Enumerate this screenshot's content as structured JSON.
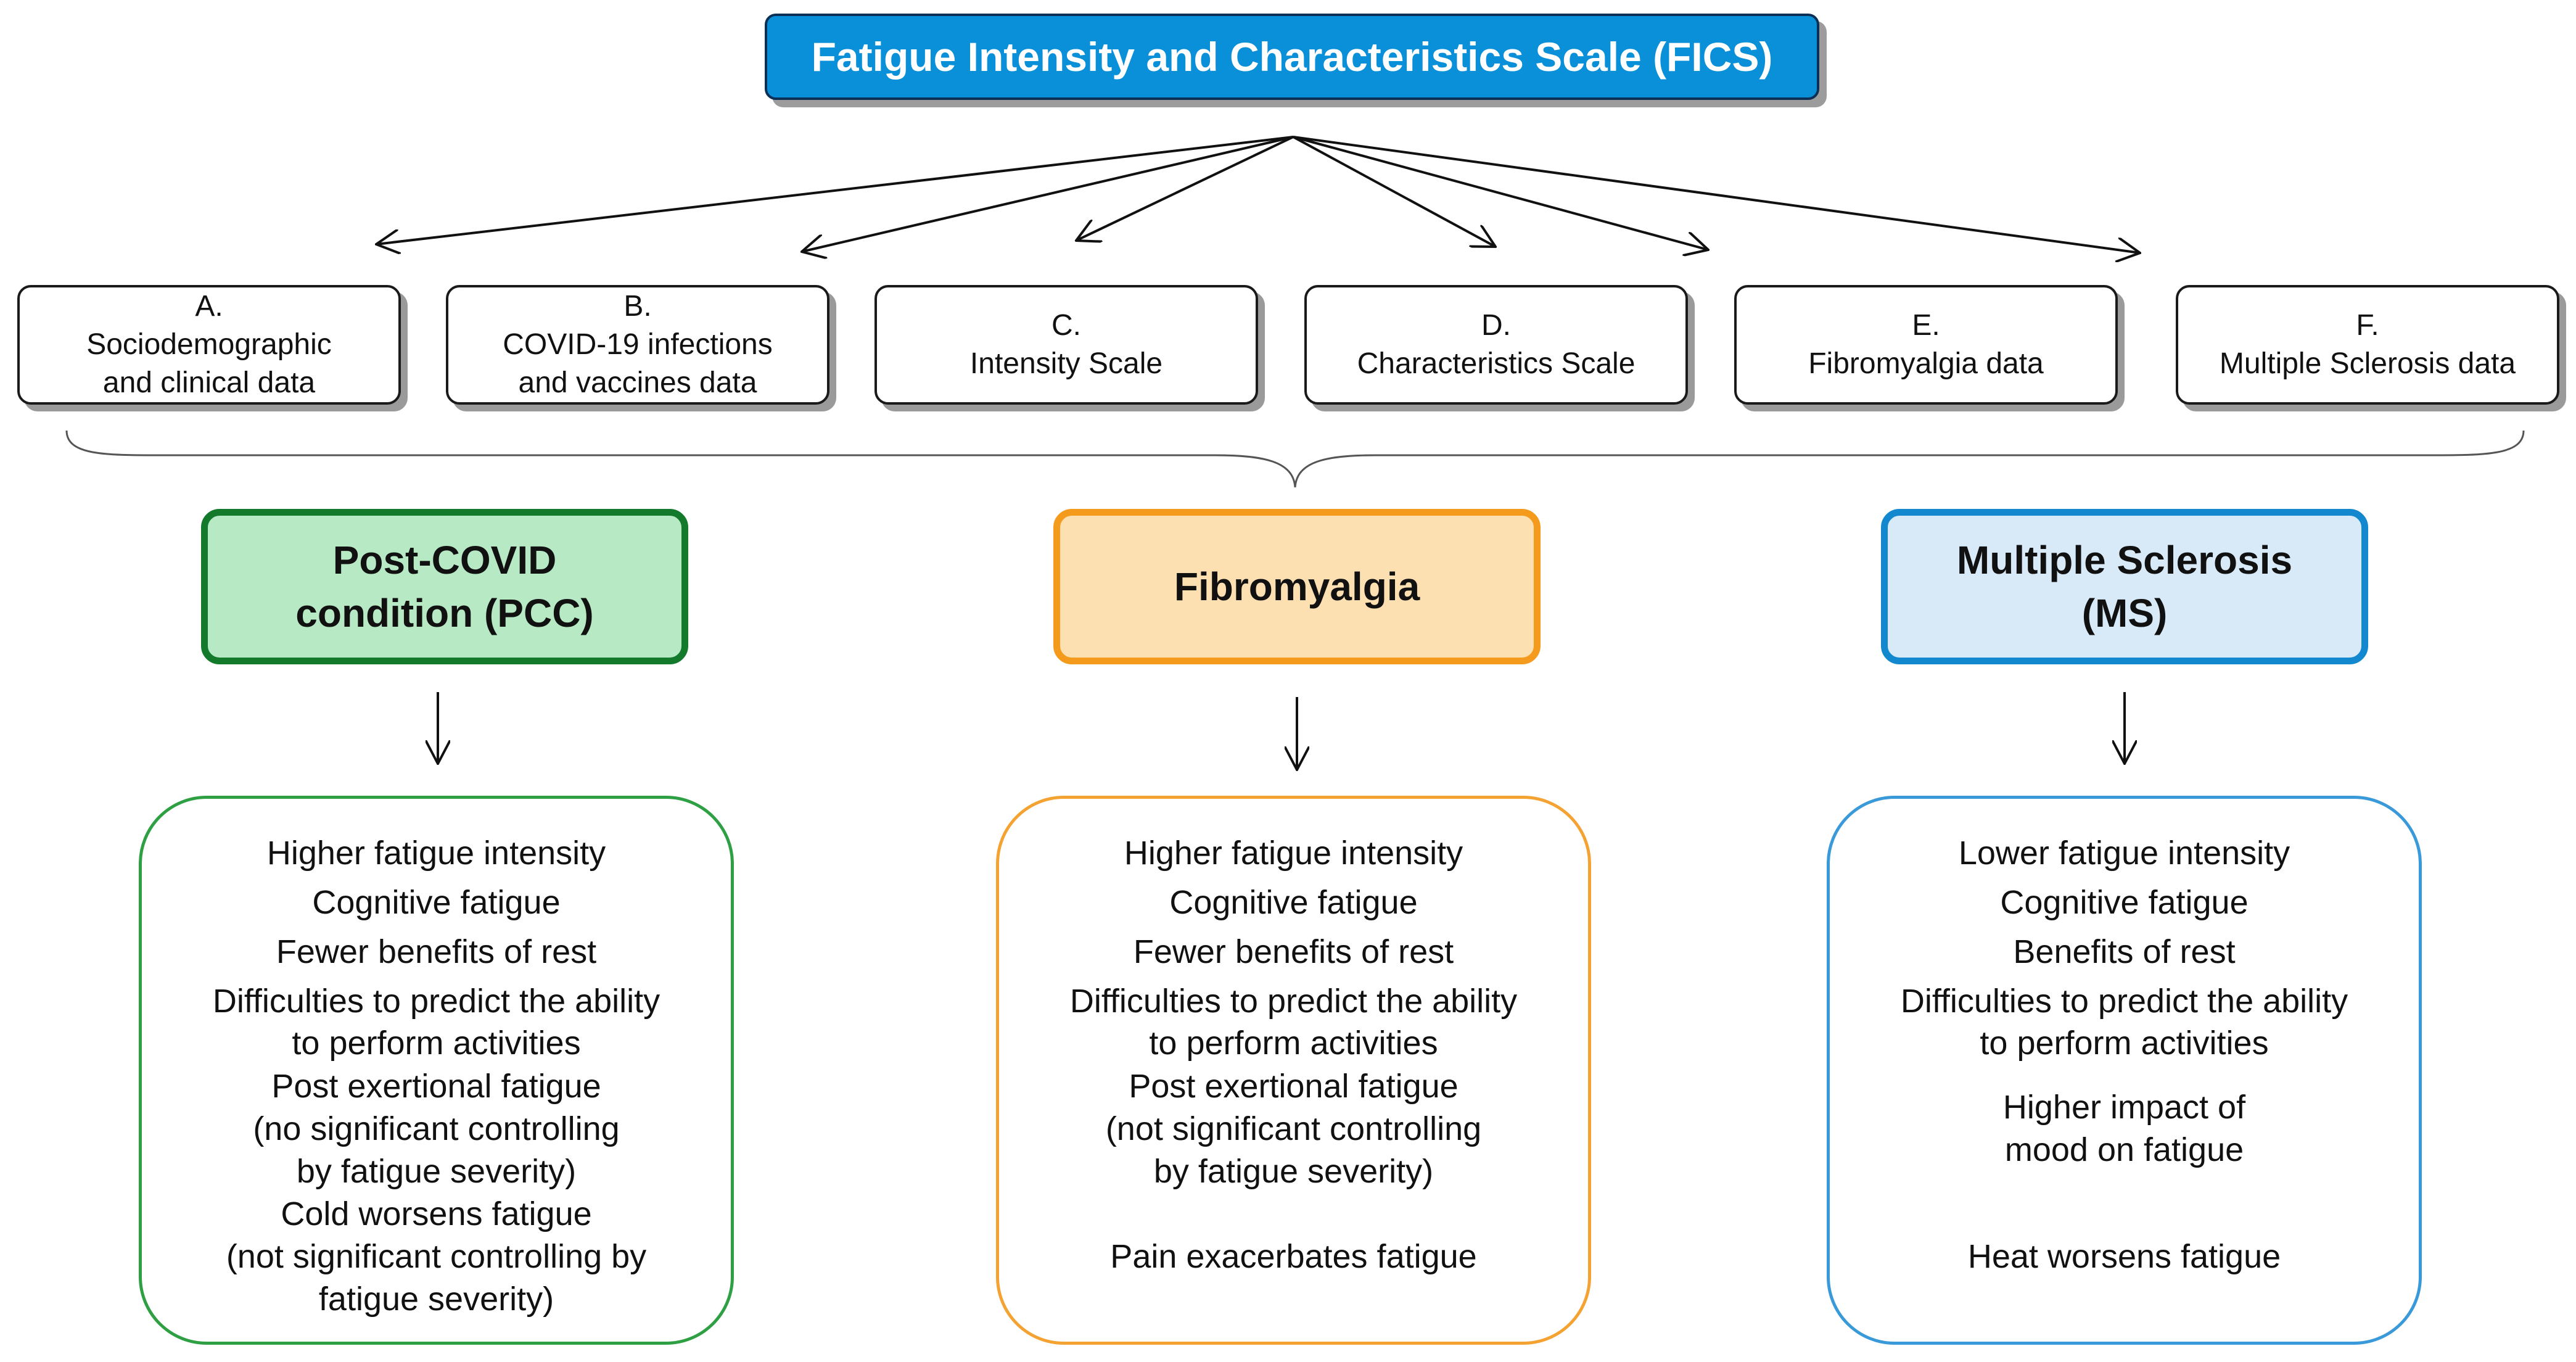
{
  "title": "Fatigue Intensity and Characteristics Scale (FICS)",
  "data_sections": [
    {
      "letter": "A.",
      "line1": "Sociodemographic",
      "line2": "and clinical data"
    },
    {
      "letter": "B.",
      "line1": "COVID-19 infections",
      "line2": "and vaccines data"
    },
    {
      "letter": "C.",
      "line1": "Intensity Scale",
      "line2": ""
    },
    {
      "letter": "D.",
      "line1": "Characteristics Scale",
      "line2": ""
    },
    {
      "letter": "E.",
      "line1": "Fibromyalgia data",
      "line2": ""
    },
    {
      "letter": "F.",
      "line1": "Multiple Sclerosis data",
      "line2": ""
    }
  ],
  "conditions": [
    {
      "name": "Post-COVID\ncondition (PCC)",
      "border_color": "#127a2a",
      "fill_color": "#b6e9c4",
      "features": [
        "Higher fatigue intensity",
        "Cognitive fatigue",
        "Fewer benefits of rest",
        "Difficulties to predict the ability",
        "to perform activities",
        "Post exertional fatigue",
        "(no significant controlling",
        "by fatigue severity)",
        "Cold worsens fatigue",
        "(not significant controlling by",
        "fatigue severity)"
      ]
    },
    {
      "name": "Fibromyalgia",
      "border_color": "#f49a1c",
      "fill_color": "#fde0b1",
      "features": [
        "Higher fatigue intensity",
        "Cognitive fatigue",
        "Fewer benefits of rest",
        "Difficulties to predict the ability",
        "to perform activities",
        "Post exertional fatigue",
        "(not significant controlling",
        "by fatigue severity)",
        "Pain exacerbates fatigue"
      ]
    },
    {
      "name": "Multiple Sclerosis\n(MS)",
      "border_color": "#1388cf",
      "fill_color": "#d8eaf7",
      "features": [
        "Lower fatigue intensity",
        "Cognitive fatigue",
        "Benefits of rest",
        "Difficulties to predict the ability",
        "to perform activities",
        "Higher impact of",
        "mood on fatigue",
        "Heat worsens fatigue"
      ]
    }
  ]
}
